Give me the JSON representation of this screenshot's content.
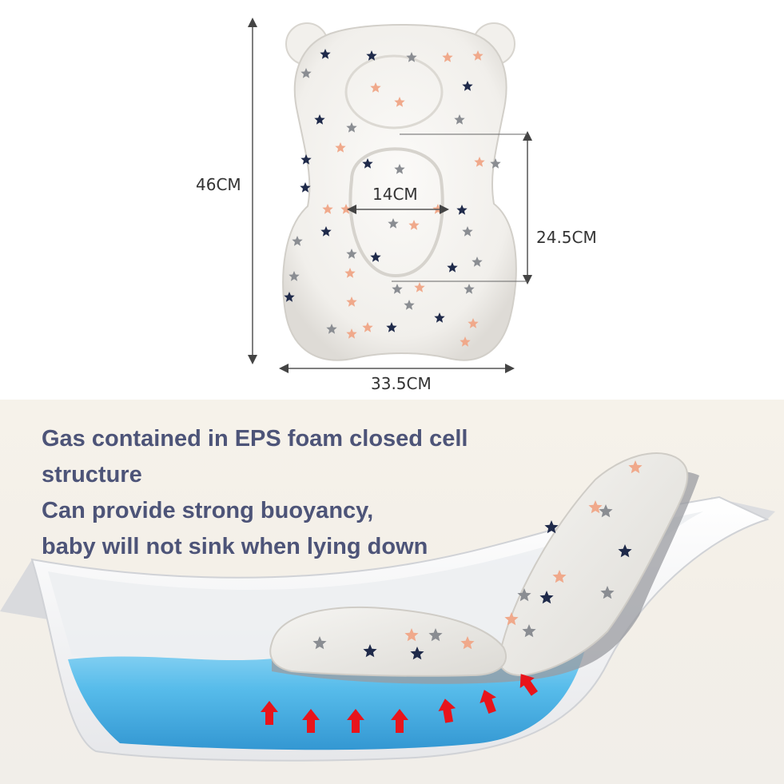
{
  "dimensions": {
    "height": "46CM",
    "head_width": "14CM",
    "head_length": "24.5CM",
    "width": "33.5CM"
  },
  "headline": {
    "line1": "Gas contained in EPS foam closed cell",
    "line2": "structure",
    "line3": "Can provide strong buoyancy,",
    "line4": "baby will not sink when lying down"
  },
  "colors": {
    "headline_text": "#4d5478",
    "dimension_text": "#333333",
    "water": "#4fb9ea",
    "arrows": "#e8141b",
    "star_navy": "#1f2a4a",
    "star_peach": "#f0a98b",
    "star_gray": "#8a8d92"
  },
  "icons": [
    "star-icon",
    "buoyancy-arrow-icon"
  ]
}
